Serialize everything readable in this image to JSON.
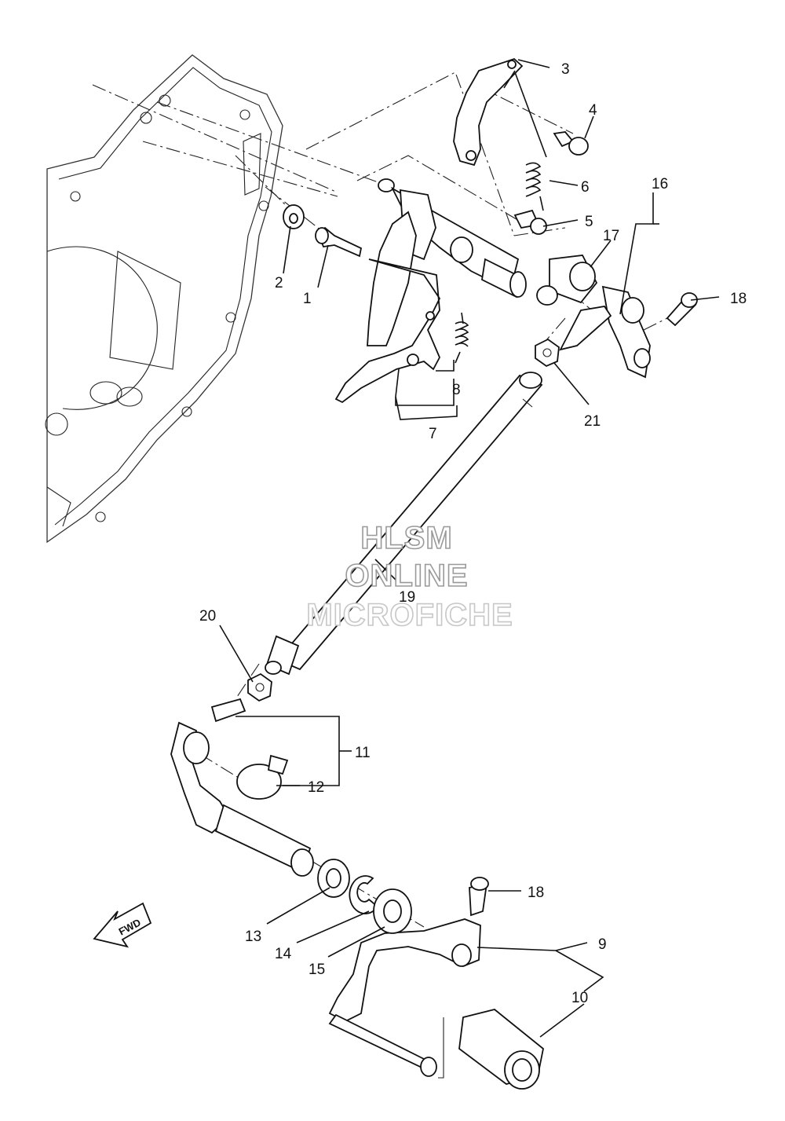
{
  "callouts": [
    "1",
    "2",
    "3",
    "4",
    "5",
    "6",
    "7",
    "8",
    "9",
    "10",
    "11",
    "12",
    "13",
    "14",
    "15",
    "16",
    "17",
    "18",
    "19",
    "20",
    "21"
  ],
  "callout_18_second": "18",
  "fwd_label": "FWD",
  "watermark": {
    "line1": "HLSM",
    "line2": "ONLINE",
    "line3": "MICROFICHE"
  }
}
